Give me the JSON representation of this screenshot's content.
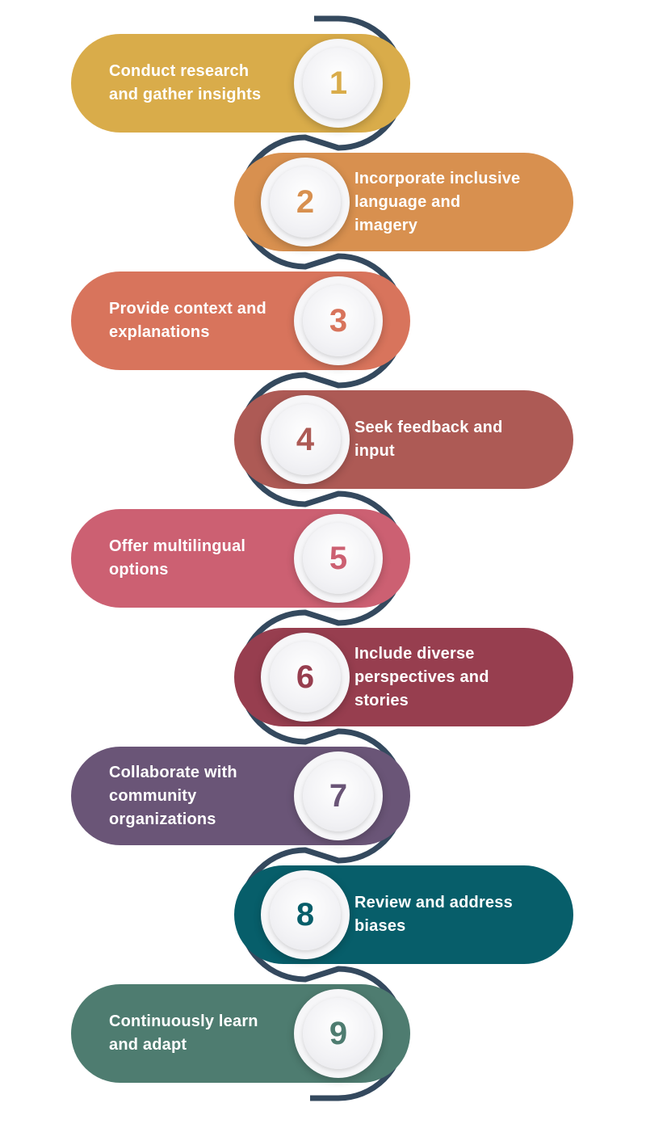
{
  "steps": [
    {
      "number": "1",
      "label": "Conduct research and gather insights",
      "lines": [
        "Conduct research",
        "and gather insights"
      ],
      "color": "#d9ac4a",
      "side": "left"
    },
    {
      "number": "2",
      "label": "Incorporate inclusive language and imagery",
      "lines": [
        "Incorporate inclusive",
        "language and",
        "imagery"
      ],
      "color": "#d8904f",
      "side": "right"
    },
    {
      "number": "3",
      "label": "Provide context and explanations",
      "lines": [
        "Provide context and",
        "explanations"
      ],
      "color": "#d8745c",
      "side": "left"
    },
    {
      "number": "4",
      "label": "Seek feedback and input",
      "lines": [
        "Seek feedback and",
        "input"
      ],
      "color": "#ad5a55",
      "side": "right"
    },
    {
      "number": "5",
      "label": "Offer multilingual options",
      "lines": [
        "Offer multilingual",
        "options"
      ],
      "color": "#cc6072",
      "side": "left"
    },
    {
      "number": "6",
      "label": "Include diverse perspectives and stories",
      "lines": [
        "Include diverse",
        "perspectives and",
        "stories"
      ],
      "color": "#973e4f",
      "side": "right"
    },
    {
      "number": "7",
      "label": "Collaborate with community organizations",
      "lines": [
        "Collaborate with",
        "community",
        "organizations"
      ],
      "color": "#6a5577",
      "side": "left"
    },
    {
      "number": "8",
      "label": "Review and address biases",
      "lines": [
        "Review and address",
        "biases"
      ],
      "color": "#075e6a",
      "side": "right"
    },
    {
      "number": "9",
      "label": "Continuously learn and adapt",
      "lines": [
        "Continuously learn",
        "and adapt"
      ],
      "color": "#4e7c70",
      "side": "left"
    }
  ],
  "connector_color": "#34495e"
}
